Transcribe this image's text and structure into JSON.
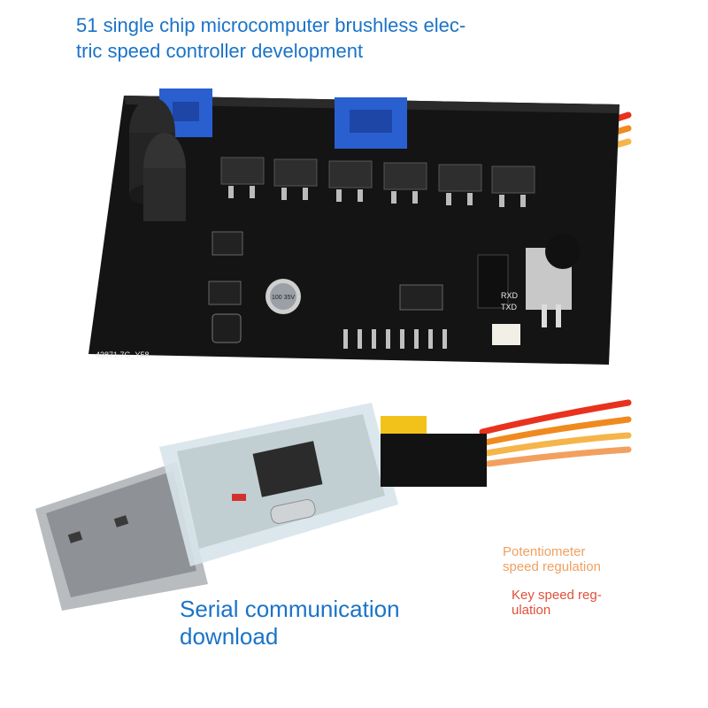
{
  "captions": {
    "title": "51 single chip microcomputer brushless electric speed controller development",
    "title_line1": "51 single chip microcomputer brushless elec-",
    "title_line2": "tric speed controller development",
    "serial_line1": "Serial communication",
    "serial_line2": "download",
    "pot_line1": "Potentiometer",
    "pot_line2": "speed regulation",
    "key_line1": "Key speed reg-",
    "key_line2": "ulation"
  },
  "board": {
    "model_text": "43871 7G_Y58",
    "pin_labels": [
      "RXD",
      "TXD"
    ],
    "cap_marking": "100 35V"
  },
  "colors": {
    "caption_blue": "#1a73c8",
    "caption_orange": "#f0a060",
    "caption_red": "#e0503a",
    "pcb_black": "#141414",
    "terminal_blue": "#2a5fd0",
    "wire_red": "#e8321e",
    "wire_orange": "#f08a1e",
    "wire_yellow": "#f5b54a"
  }
}
